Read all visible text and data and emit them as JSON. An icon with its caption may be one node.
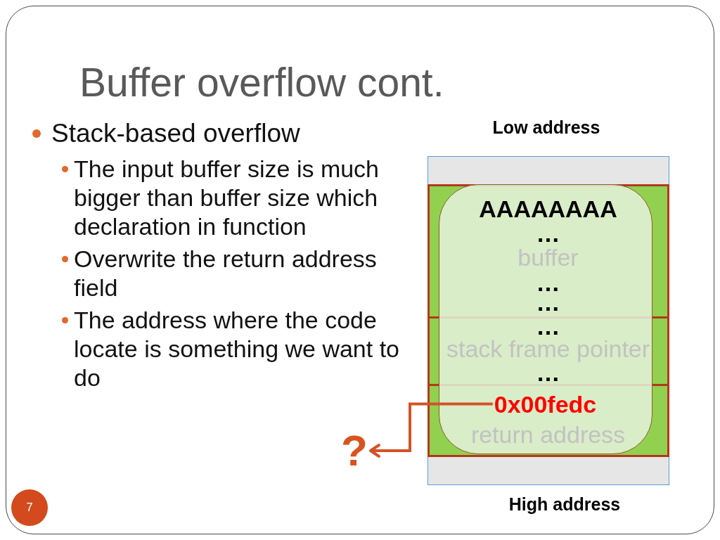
{
  "diagram": {
    "title": "Buffer overflow cont.",
    "nodes": [
      {
        "text": [],
        "shape": "box"
      },
      {
        "text": [
          "AAAAAAAA",
          "…",
          "buffer",
          "…",
          "…"
        ],
        "in": 0
      },
      {
        "text": [
          "…",
          "stack frame pointer",
          "…"
        ],
        "in": 0
      },
      {
        "text": [
          "return address"
        ],
        "in": 0
      },
      {
        "text": [
          "0x00fedc"
        ],
        "in": 3
      },
      {
        "text": [
          "?"
        ]
      },
      {
        "text": [
          "7"
        ]
      }
    ],
    "edges": [
      {
        "from": 4,
        "to": 5,
        "arrow": "to"
      }
    ],
    "labels": [
      "Stack-based overflow",
      "The input buffer size is much bigger than buffer size which declaration in function",
      "Overwrite the return address field",
      "The address where the code locate is something we want to do",
      "Low address",
      "High address"
    ]
  }
}
